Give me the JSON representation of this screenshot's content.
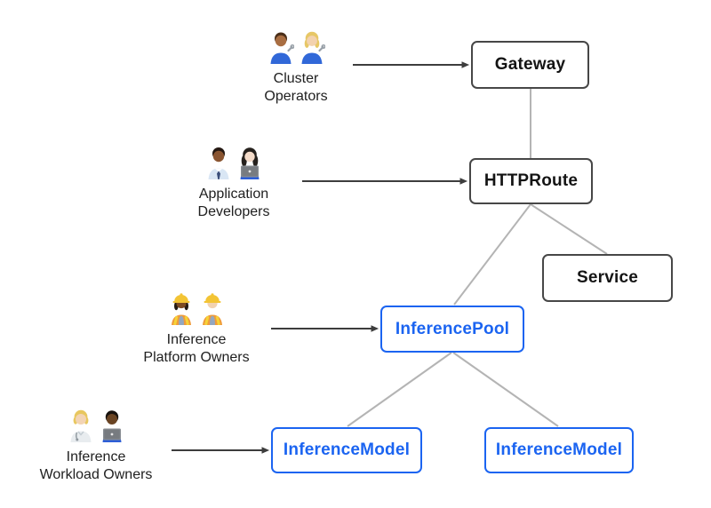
{
  "diagram": {
    "personas": [
      {
        "name": "cluster-operators",
        "label_lines": [
          "Cluster",
          "Operators"
        ],
        "emoji": "👨🏽‍🔧 👩🏼‍🔧",
        "points_to": "Gateway"
      },
      {
        "name": "application-developers",
        "label_lines": [
          "Application",
          "Developers"
        ],
        "emoji": "👨🏾‍💼 👩‍💻",
        "points_to": "HTTPRoute"
      },
      {
        "name": "inference-platform-owners",
        "label_lines": [
          "Inference",
          "Platform Owners"
        ],
        "emoji": "👷🏾‍♀️ 👷🏻",
        "points_to": "InferencePool"
      },
      {
        "name": "inference-workload-owners",
        "label_lines": [
          "Inference",
          "Workload Owners"
        ],
        "emoji": "🧑🏼‍⚕️ 👨🏿‍💻",
        "points_to": "InferenceModel"
      }
    ],
    "nodes": [
      {
        "id": "gateway",
        "label": "Gateway",
        "style": "standard"
      },
      {
        "id": "httproute",
        "label": "HTTPRoute",
        "style": "standard"
      },
      {
        "id": "service",
        "label": "Service",
        "style": "standard"
      },
      {
        "id": "inference-pool",
        "label": "InferencePool",
        "style": "extension"
      },
      {
        "id": "inference-model-left",
        "label": "InferenceModel",
        "style": "extension"
      },
      {
        "id": "inference-model-right",
        "label": "InferenceModel",
        "style": "extension"
      }
    ],
    "edges": [
      {
        "from": "gateway",
        "to": "httproute"
      },
      {
        "from": "httproute",
        "to": "inference-pool"
      },
      {
        "from": "httproute",
        "to": "service"
      },
      {
        "from": "inference-pool",
        "to": "inference-model-left"
      },
      {
        "from": "inference-pool",
        "to": "inference-model-right"
      }
    ],
    "colors": {
      "extension_blue": "#1b64f1",
      "node_border_gray": "#474747",
      "connector_gray": "#b4b4b4",
      "arrow_dark": "#3d3d3d",
      "label_text": "#202020",
      "background": "#ffffff"
    }
  }
}
